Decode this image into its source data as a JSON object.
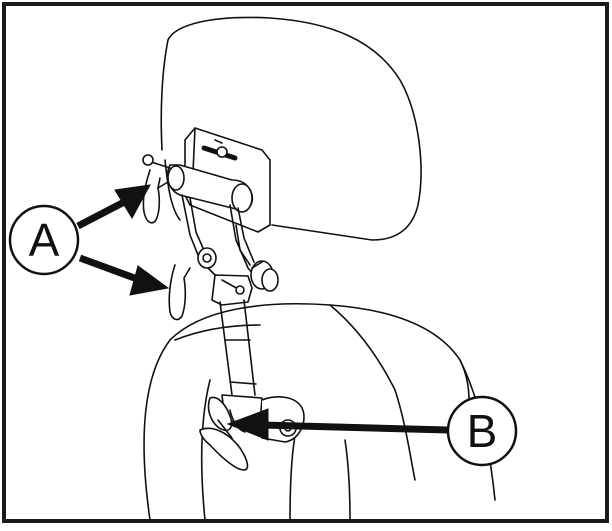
{
  "figure": {
    "callouts": [
      {
        "id": "A",
        "label": "A"
      },
      {
        "id": "B",
        "label": "B"
      }
    ]
  },
  "colors": {
    "ink": "#111111",
    "paper": "#ffffff",
    "frame": "#1a1a1a"
  }
}
